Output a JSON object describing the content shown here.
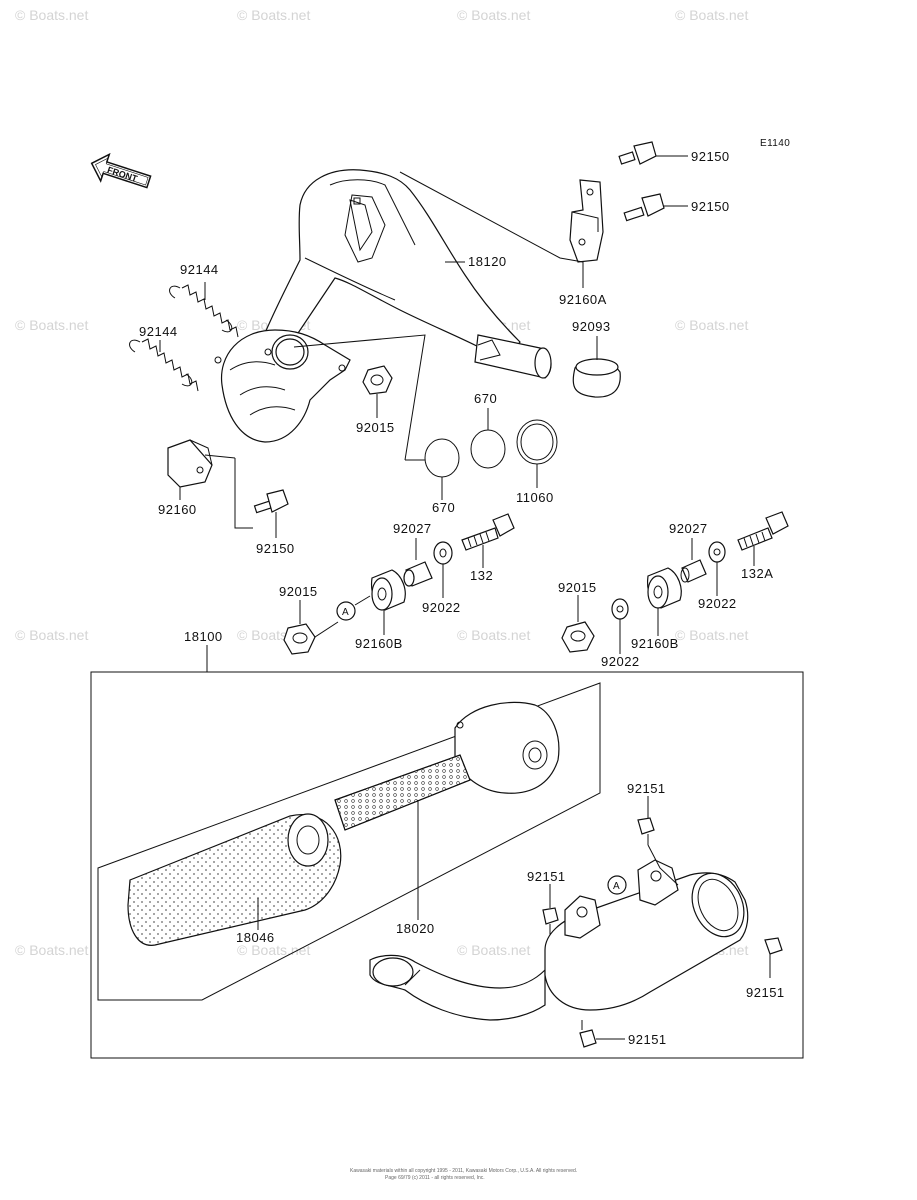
{
  "diagram_code": "E1140",
  "front_label": "FRONT",
  "watermark": "© Boats.net",
  "connector_label": "A",
  "copyright_line1": "Kawasaki materials within all copyright 1995 - 2011, Kawasaki Motors Corp., U.S.A. All rights reserved.",
  "copyright_line2": "Page 69/79 (c) 2011 - all rights reserved, Inc.",
  "parts": {
    "p92150_a": "92150",
    "p92150_b": "92150",
    "p18120": "18120",
    "p92160a": "92160A",
    "p92144_a": "92144",
    "p92144_b": "92144",
    "p92093": "92093",
    "p92015_a": "92015",
    "p670_a": "670",
    "p670_b": "670",
    "p11060": "11060",
    "p92160": "92160",
    "p92150_c": "92150",
    "p92027_a": "92027",
    "p132": "132",
    "p92022_a": "92022",
    "p92015_b": "92015",
    "p92160b_a": "92160B",
    "p92027_b": "92027",
    "p132a": "132A",
    "p92015_c": "92015",
    "p92022_b": "92022",
    "p92160b_b": "92160B",
    "p92022_c": "92022",
    "p18100": "18100",
    "p92151_a": "92151",
    "p92151_b": "92151",
    "p18046": "18046",
    "p18020": "18020",
    "p92151_c": "92151",
    "p92151_d": "92151"
  }
}
